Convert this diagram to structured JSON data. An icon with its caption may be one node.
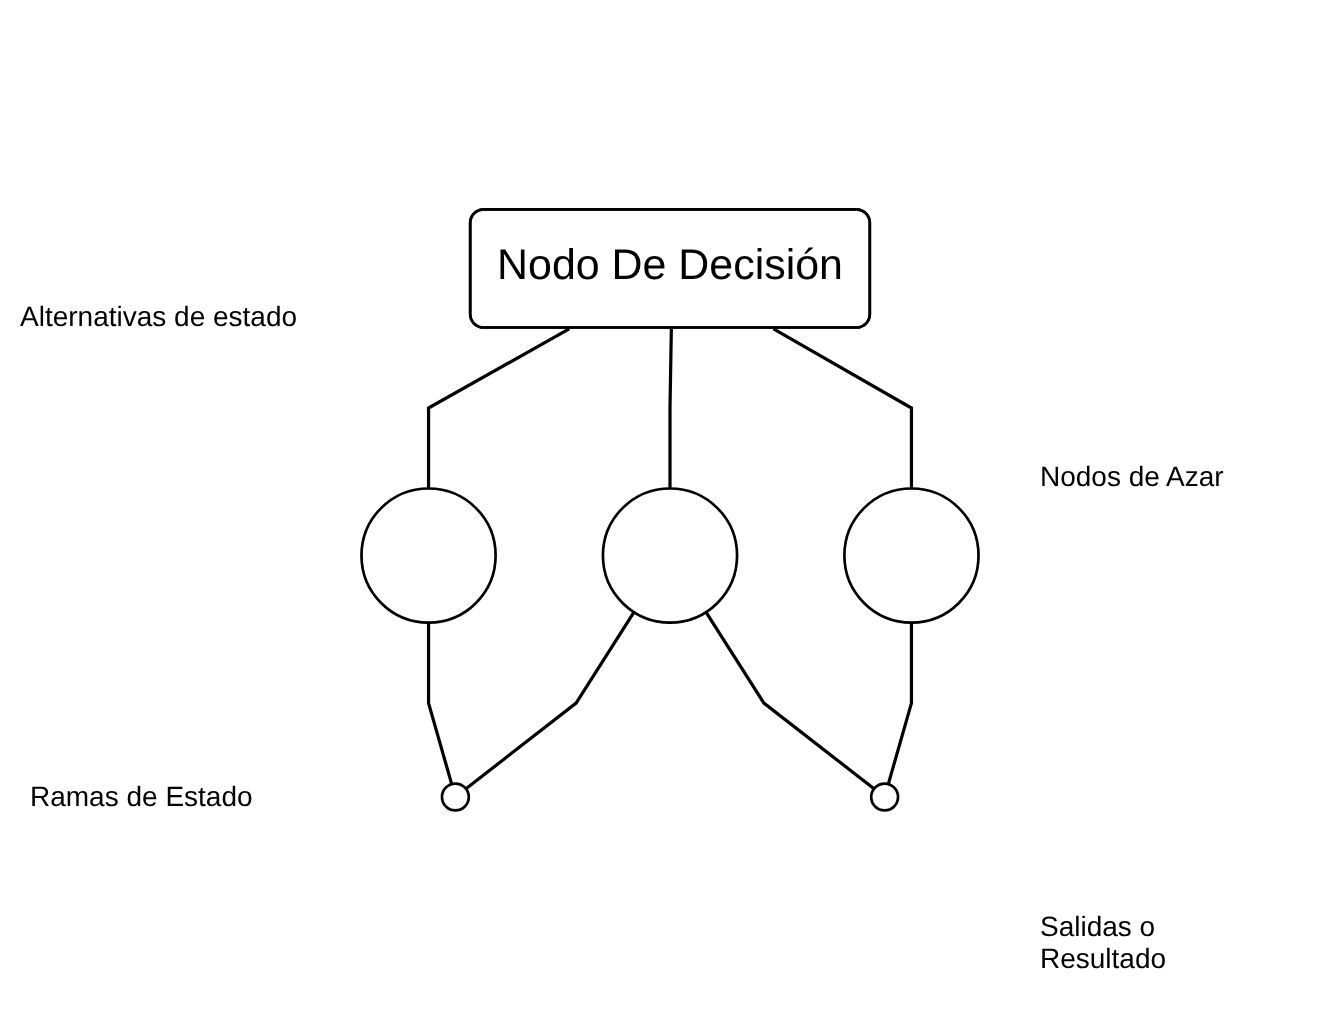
{
  "diagram": {
    "nodes": [
      {
        "text": [
          "Nodo De Decisión"
        ]
      },
      {
        "text": [],
        "shape": "circle"
      },
      {
        "text": [],
        "shape": "circle"
      },
      {
        "text": [],
        "shape": "circle"
      },
      {
        "text": [],
        "shape": "circle"
      },
      {
        "text": [],
        "shape": "circle"
      }
    ],
    "edges": [
      {
        "from": 0,
        "to": 1,
        "arrow": "none"
      },
      {
        "from": 0,
        "to": 2,
        "arrow": "none"
      },
      {
        "from": 0,
        "to": 3,
        "arrow": "none"
      },
      {
        "from": 1,
        "to": 4,
        "arrow": "none"
      },
      {
        "from": 2,
        "to": 4,
        "arrow": "none"
      },
      {
        "from": 2,
        "to": 5,
        "arrow": "none"
      },
      {
        "from": 3,
        "to": 5,
        "arrow": "none"
      }
    ],
    "labels": [
      "Alternativas de estado",
      "Nodos de Azar",
      "Ramas de Estado",
      "Salidas o Resultado"
    ]
  }
}
